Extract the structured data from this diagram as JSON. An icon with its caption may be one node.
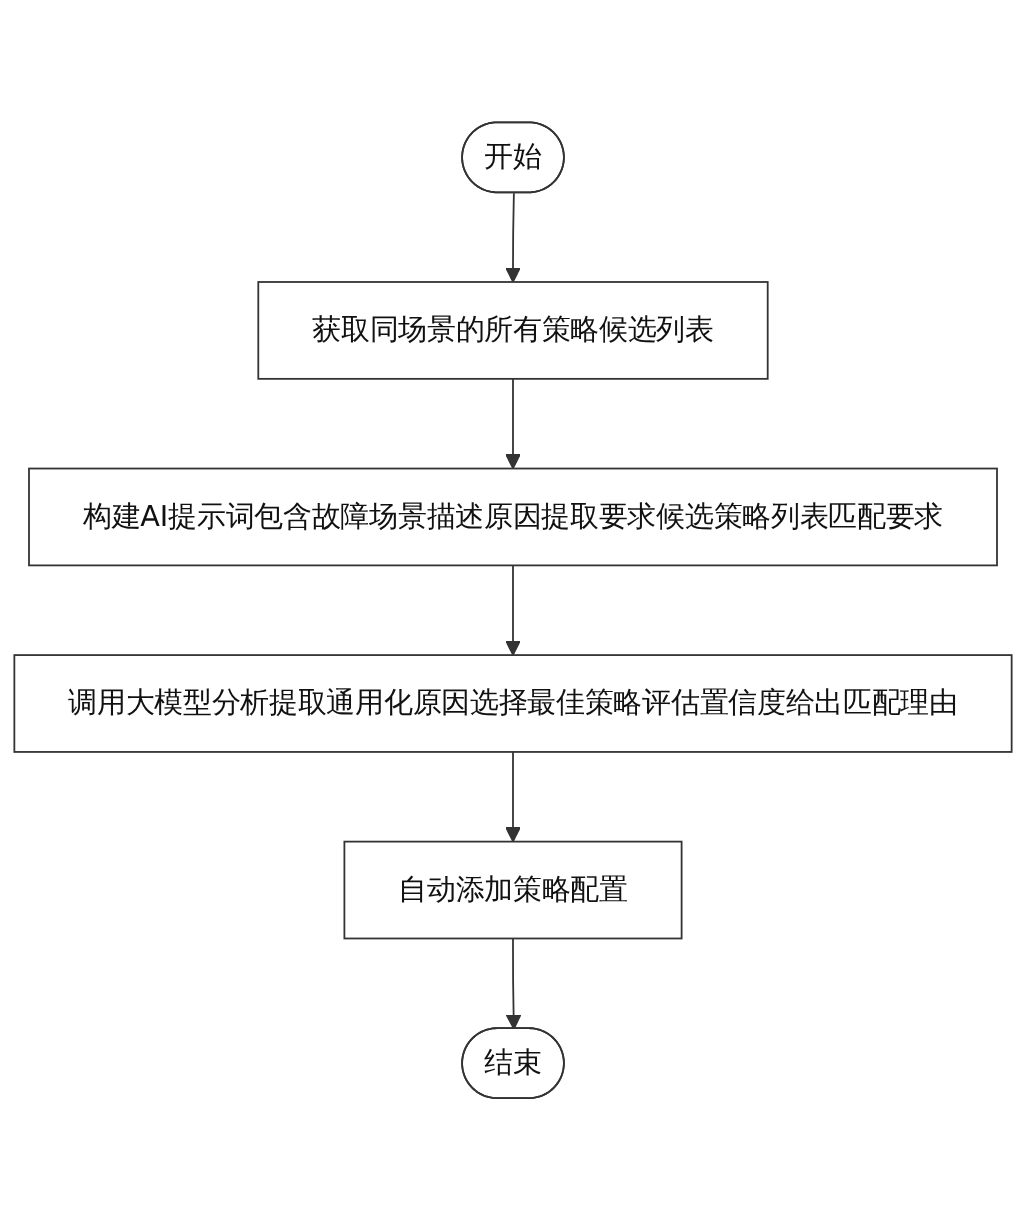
{
  "diagram": {
    "nodes": [
      {
        "text": [
          "开始"
        ]
      },
      {
        "text": [
          "获取同场景的所有策略候选列表"
        ]
      },
      {
        "text": [
          "构建AI提示词包含故障场景描述原因提取要求候选策略列表匹配要求"
        ]
      },
      {
        "text": [
          "调用大模型分析提取通用化原因选择最佳策略评估置信度给出匹配理由"
        ]
      },
      {
        "text": [
          "自动添加策略配置"
        ]
      },
      {
        "text": [
          "结束"
        ]
      }
    ],
    "edges": [
      {
        "from": 0,
        "to": 1,
        "arrow": "to"
      },
      {
        "from": 1,
        "to": 2,
        "arrow": "to"
      },
      {
        "from": 2,
        "to": 3,
        "arrow": "to"
      },
      {
        "from": 3,
        "to": 4,
        "arrow": "to"
      },
      {
        "from": 4,
        "to": 5,
        "arrow": "to"
      }
    ]
  }
}
